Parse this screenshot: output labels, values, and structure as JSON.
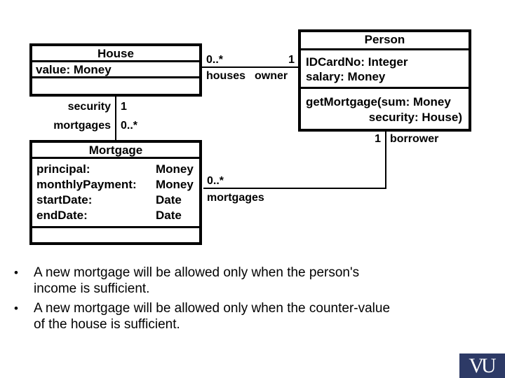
{
  "diagram": {
    "house": {
      "title": "House",
      "attribute": "value: Money"
    },
    "person": {
      "title": "Person",
      "attributes": [
        "IDCardNo: Integer",
        "salary: Money"
      ],
      "operations": [
        "getMortgage(sum: Money",
        "security: House)"
      ]
    },
    "mortgage": {
      "title": "Mortgage",
      "attributes": [
        {
          "name": "principal:",
          "type": "Money"
        },
        {
          "name": "monthlyPayment:",
          "type": "Money"
        },
        {
          "name": "startDate:",
          "type": "Date"
        },
        {
          "name": "endDate:",
          "type": "Date"
        }
      ]
    },
    "associations": {
      "house_person": {
        "mult_house_end": "0..*",
        "mult_person_end": "1",
        "role_house_end": "houses",
        "role_person_end": "owner"
      },
      "house_mortgage": {
        "role_security": "security",
        "mult_security": "1",
        "role_mortgages": "mortgages",
        "mult_mortgages": "0..*"
      },
      "person_mortgage": {
        "mult_person_end": "1",
        "role_person_end": "borrower",
        "mult_mortgage_end": "0..*",
        "role_mortgage_end": "mortgages"
      }
    }
  },
  "bullets": {
    "marker": "•",
    "items": [
      "A new mortgage will be allowed only when the person's\nincome is sufficient.",
      "A new mortgage will be allowed only when the counter-value\nof the house is sufficient."
    ]
  },
  "logo": {
    "text": "VU",
    "background_color": "#2d3a66",
    "text_color": "#ffffff"
  }
}
